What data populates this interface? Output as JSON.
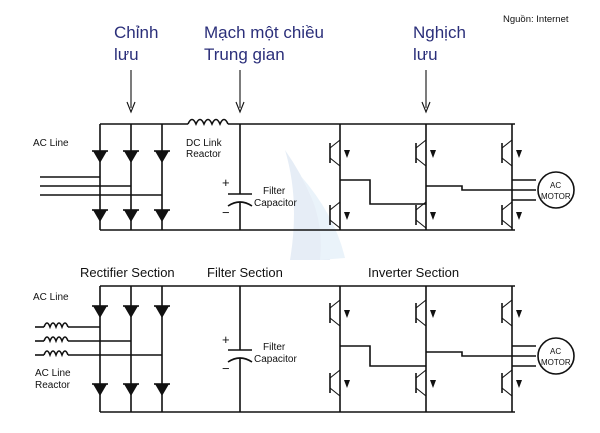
{
  "source_note": "Nguồn: Internet",
  "headers": {
    "rectifier": [
      "Chỉnh",
      "lưu"
    ],
    "dc_link": [
      "Mạch một chiều",
      "Trung gian"
    ],
    "inverter": [
      "Nghịch",
      "lưu"
    ]
  },
  "top_circuit": {
    "ac_line": "AC Line",
    "dc_link_reactor": [
      "DC Link",
      "Reactor"
    ],
    "filter_capacitor": [
      "Filter",
      "Capacitor"
    ],
    "motor": [
      "AC",
      "MOTOR"
    ]
  },
  "bottom_circuit": {
    "ac_line": "AC Line",
    "ac_line_reactor": [
      "AC Line",
      "Reactor"
    ],
    "filter_capacitor": [
      "Filter",
      "Capacitor"
    ],
    "motor": [
      "AC",
      "MOTOR"
    ]
  },
  "sections": {
    "rectifier": "Rectifier Section",
    "filter": "Filter Section",
    "inverter": "Inverter Section"
  },
  "capacitor_polarity": {
    "plus": "+",
    "minus": "−"
  }
}
